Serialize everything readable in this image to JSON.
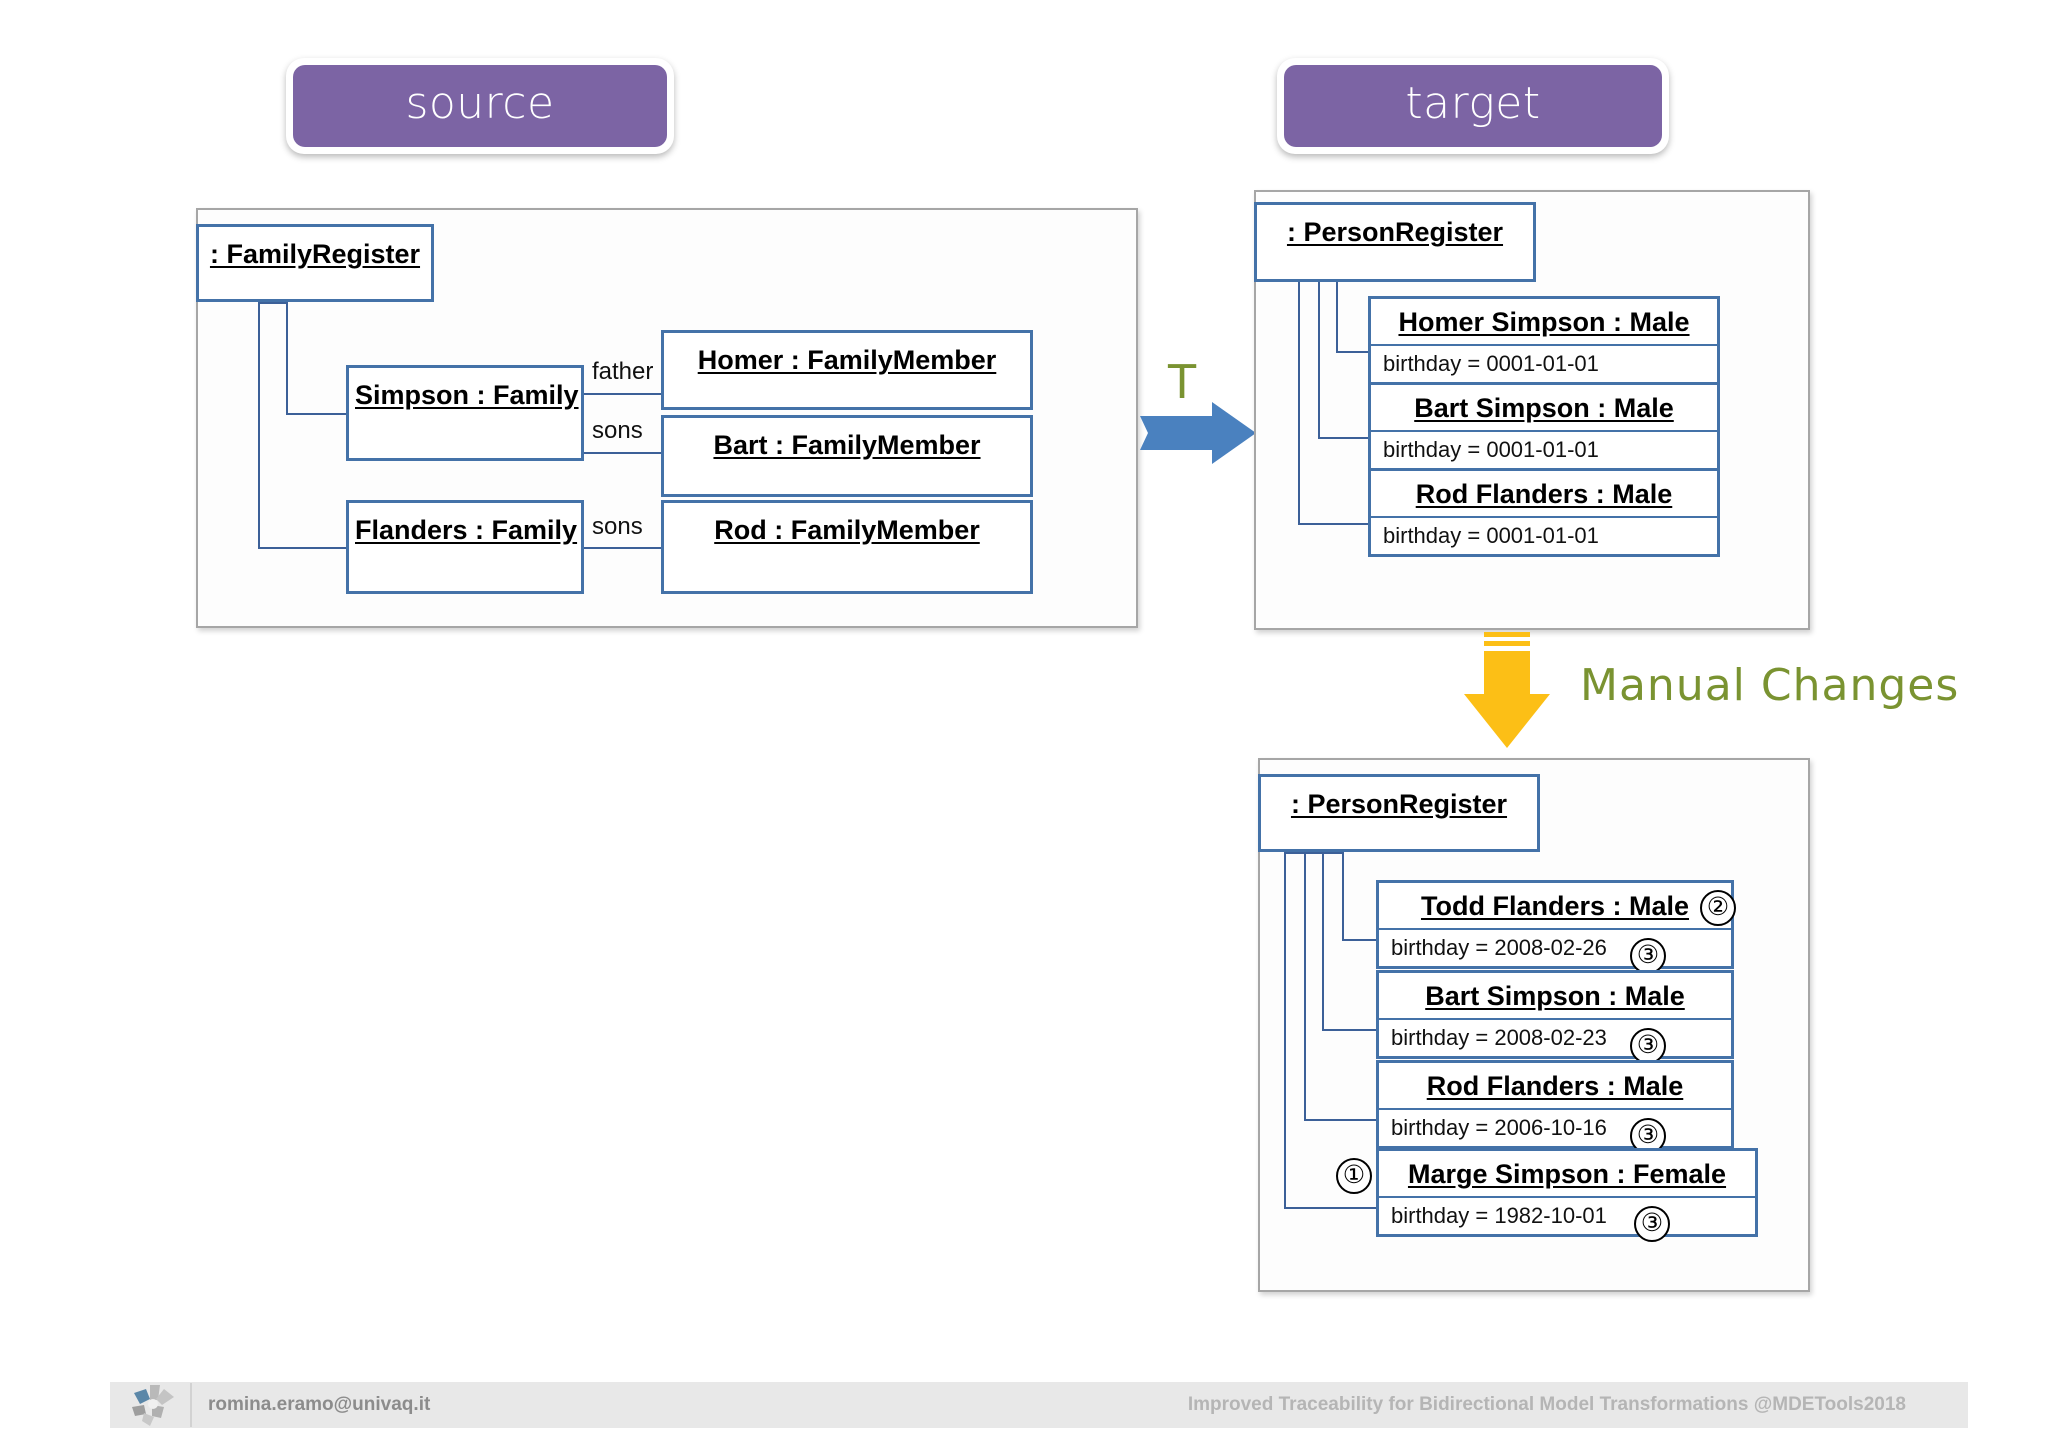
{
  "headers": {
    "source_label": "source",
    "target_label": "target"
  },
  "transformation": {
    "arrow_label": "T",
    "manual_label": "Manual Changes"
  },
  "source_model": {
    "root": {
      "title": ": FamilyRegister"
    },
    "families": [
      {
        "title": "Simpson : Family"
      },
      {
        "title": "Flanders : Family"
      }
    ],
    "members": [
      {
        "title": "Homer : FamilyMember"
      },
      {
        "title": "Bart : FamilyMember"
      },
      {
        "title": "Rod : FamilyMember"
      }
    ],
    "edge_labels": {
      "father": "father",
      "sons_1": "sons",
      "sons_2": "sons"
    }
  },
  "target_model_generated": {
    "root": {
      "title": ": PersonRegister"
    },
    "persons": [
      {
        "title": "Homer Simpson : Male",
        "attr": "birthday = 0001-01-01"
      },
      {
        "title": "Bart Simpson : Male",
        "attr": "birthday = 0001-01-01"
      },
      {
        "title": "Rod Flanders : Male",
        "attr": "birthday = 0001-01-01"
      }
    ]
  },
  "target_model_modified": {
    "root": {
      "title": ": PersonRegister"
    },
    "persons": [
      {
        "title": "Todd Flanders : Male",
        "attr": "birthday = 2008-02-26",
        "title_badge": "②",
        "attr_badge": "③",
        "row_badge": ""
      },
      {
        "title": "Bart Simpson : Male",
        "attr": "birthday = 2008-02-23",
        "title_badge": "",
        "attr_badge": "③",
        "row_badge": ""
      },
      {
        "title": "Rod Flanders : Male",
        "attr": "birthday = 2006-10-16",
        "title_badge": "",
        "attr_badge": "③",
        "row_badge": ""
      },
      {
        "title": "Marge Simpson : Female",
        "attr": "birthday = 1982-10-01",
        "title_badge": "",
        "attr_badge": "③",
        "row_badge": "①"
      }
    ]
  },
  "footer": {
    "email": "romina.eramo@univaq.it",
    "title": "Improved Traceability for Bidirectional Model Transformations @MDETools2018",
    "logo_name": "pinwheel-logo"
  },
  "colors": {
    "pill_purple": "#7c64a4",
    "node_blue": "#4472a8",
    "arrow_blue": "#4a81bf",
    "arrow_yellow": "#fcbf16",
    "accent_olive": "#7a9331"
  }
}
